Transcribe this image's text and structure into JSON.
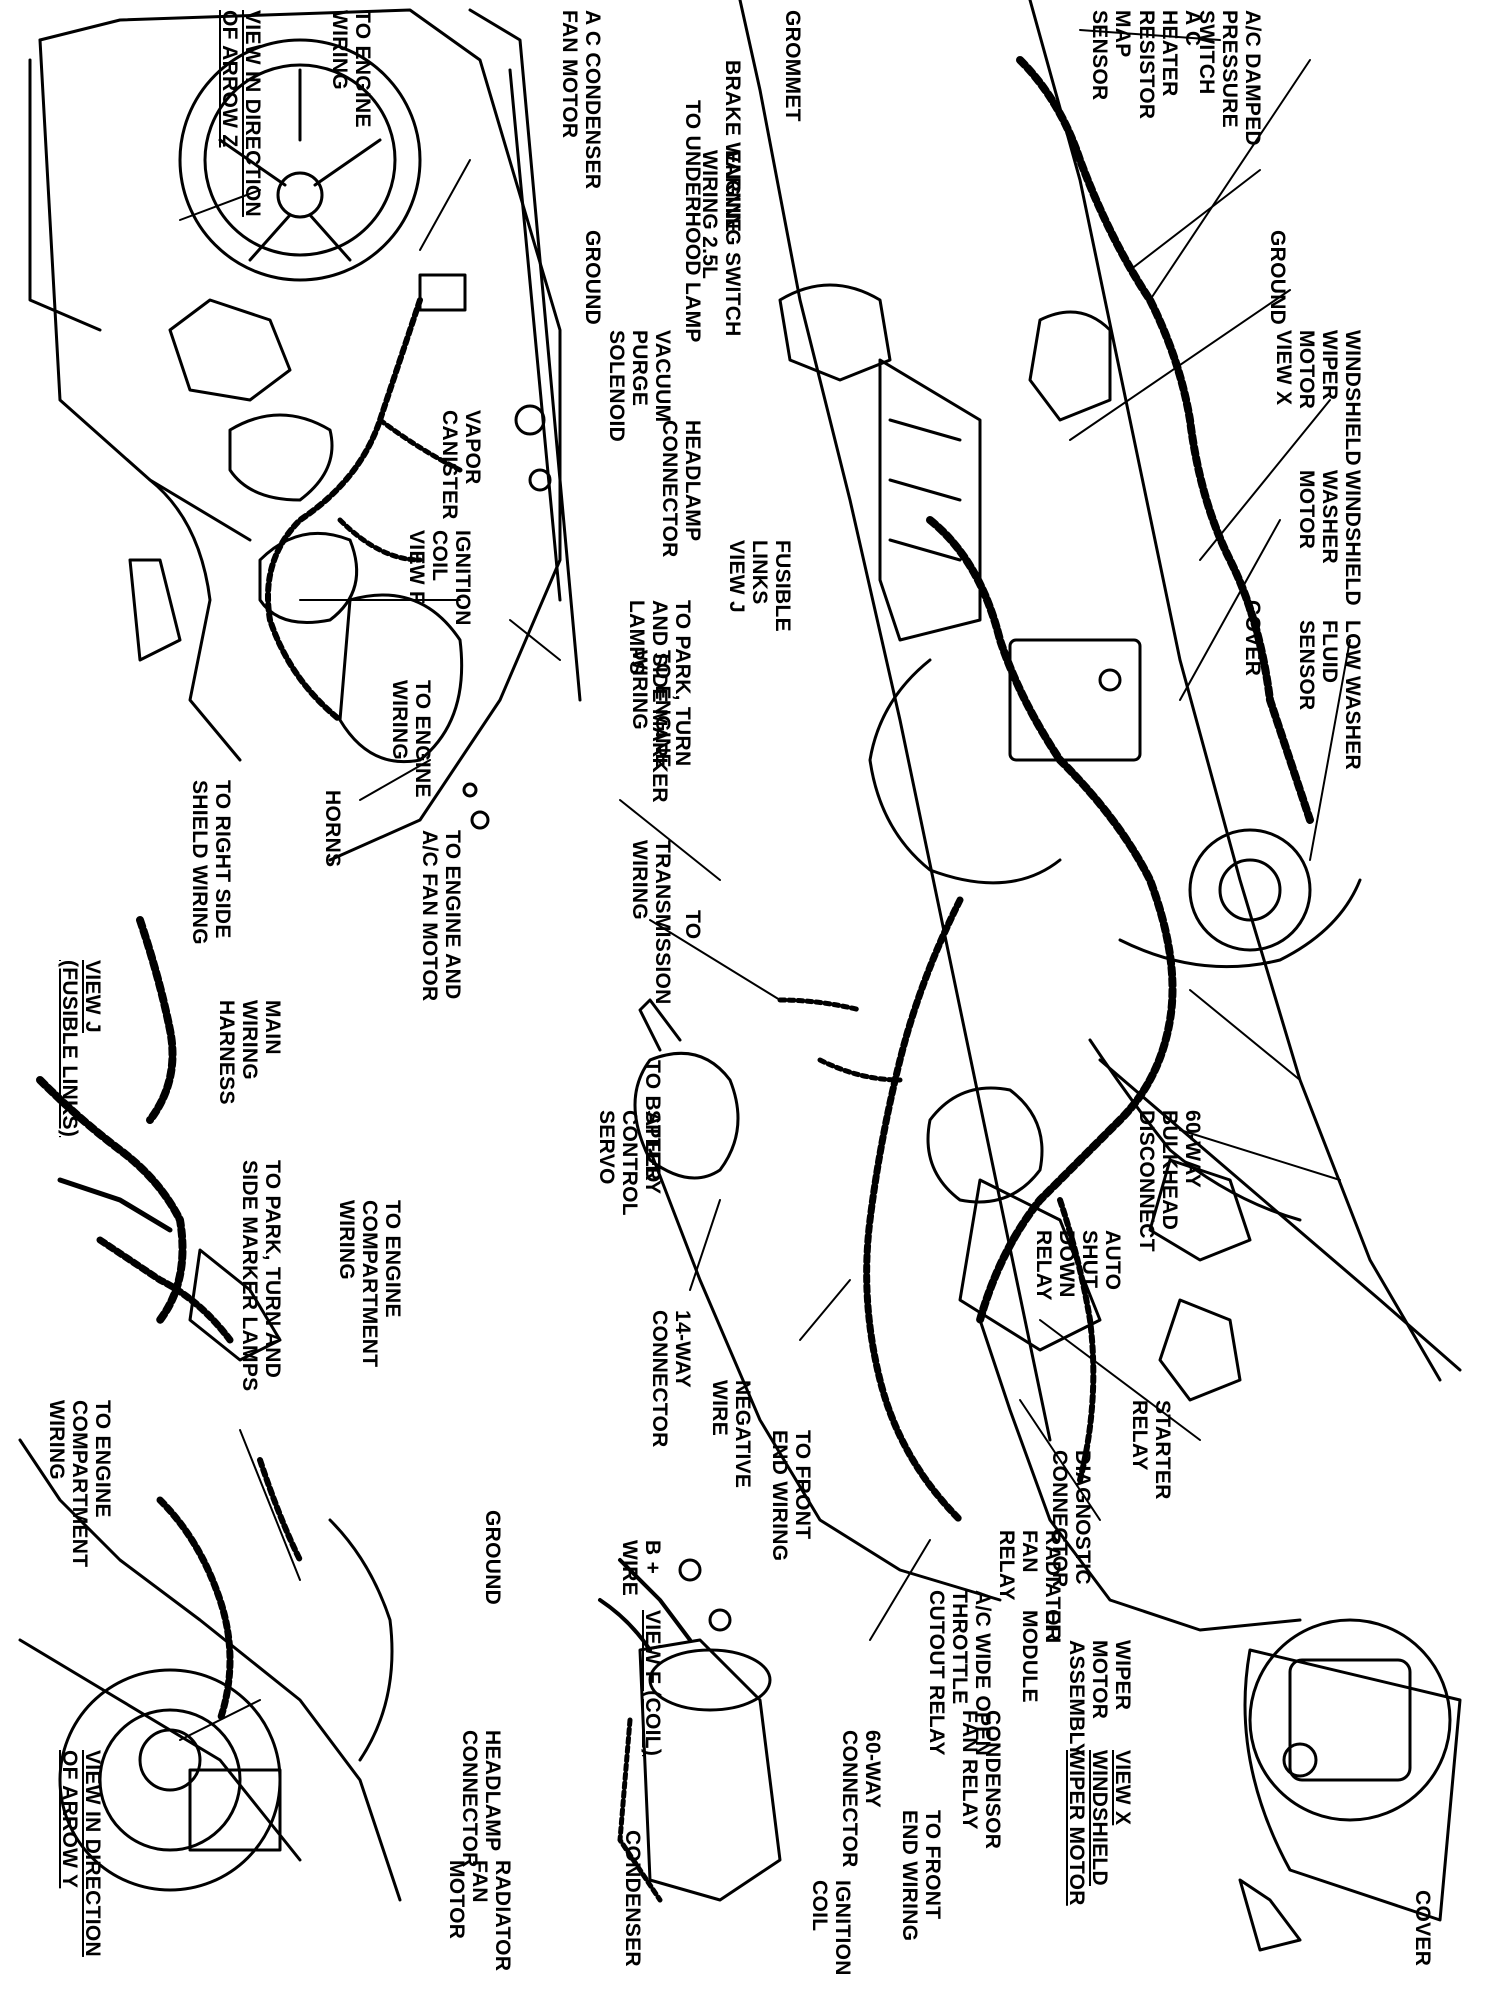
{
  "labels": {
    "ac_heater_resistor": "A C\nHEATER\nRESISTOR",
    "map_sensor": "MAP\nSENSOR",
    "ac_damped_pressure_switch": "A/C DAMPED\nPRESSURE\nSWITCH",
    "ground_top": "GROUND",
    "windshield_wiper_motor_view_x": "WINDSHIELD\nWIPER\nMOTOR\nVIEW X",
    "windshield_washer_motor": "WINDSHIELD\nWASHER\nMOTOR",
    "cover_top": "COVER",
    "low_washer_fluid_sensor": "LOW WASHER\nFLUID\nSENSOR",
    "bulkhead_disconnect": "60-WAY\nBULKHEAD\nDISCONNECT",
    "auto_shut_down_relay": "AUTO\nSHUT\nDOWN\nRELAY",
    "starter_relay": "STARTER\nRELAY",
    "diagnostic_connector": "DIAGNOSTIC\nCONNECTOR",
    "radiator_fan_relay": "RADIATOR\nFAN\nRELAY",
    "ac_wide_open_throttle_cutout_relay": "A/C WIDE OPEN\nTHROTTLE\nCUTOUT RELAY",
    "efi_module": "EFI\nMODULE",
    "wiper_motor_assembly": "WIPER\nMOTOR\nASSEMBLY",
    "view_x_title": "VIEW X\nWINDSHIELD\nWIPER MOTOR",
    "cover_right": "COVER",
    "condensor_fan_relay": "CONDENSOR\nFAN RELAY",
    "to_front_end_wiring_1": "TO FRONT\nEND WIRING",
    "connector_60_way": "60-WAY\nCONNECTOR",
    "to_front_end_wiring_2": "TO FRONT\nEND WIRING",
    "ignition_coil": "IGNITION\nCOIL",
    "negative_wire": "NEGATIVE\nWIRE",
    "b_plus_wire": "B +\nWIRE",
    "view_f_coil": "VIEW F (COIL)",
    "condenser": "CONDENSER",
    "connector_14_way": "14-WAY\nCONNECTOR",
    "speed_control_servo": "SPEED\nCONTROL\nSERVO",
    "to_battery": "TO BATTERY",
    "to_left": "TO",
    "transmission_wiring": "TRANSMISSION\nWIRING",
    "to_engine_wiring_mid": "TO ENGINE\nWIRING",
    "fusible_links_view_j": "FUSIBLE\nLINKS\nVIEW J",
    "to_park_turn_side_marker": "TO PARK, TURN\nAND SIDE MARKER\nLAMPS",
    "brake_warning_switch": "BRAKE WARNING SWITCH",
    "to_underhood_lamp": "TO UNDERHOOD LAMP",
    "engine_2_5l": "ENGINE\nWIRING 2.5L",
    "to_engine": "TO ENGINE",
    "grommet": "GROMMET",
    "ac_condenser_fan_motor": "A C CONDENSER\nFAN MOTOR",
    "ground_z": "GROUND",
    "vacuum_purge_solenoid": "VACUUM\nPURGE\nSOLENOID",
    "headlamp_connector_z": "HEADLAMP\nCONNECTOR",
    "vapor_canister": "VAPOR\nCANISTER",
    "ignition_coil_view_f": "IGNITION\nCOIL\nVIEW F",
    "to_engine_and_ac_fan_motor": "TO ENGINE AND\nA/C FAN MOTOR",
    "to_engine_wiring_z": "TO ENGINE\nWIRING",
    "to_engine_wiring_z2": "TO ENGINE\nWIRING",
    "horns": "HORNS",
    "to_right_side_shield_wiring": "TO RIGHT SIDE\nSHIELD WIRING",
    "view_z_title": "VIEW IN DIRECTION\nOF ARROW Z",
    "main_wiring_harness": "MAIN\nWIRING\nHARNESS",
    "view_j_title": "VIEW J\n(FUSIBLE LINKS)",
    "to_engine_compartment_wiring_1": "TO ENGINE\nCOMPARTMENT\nWIRING",
    "to_park_turn_side_marker_lamps": "TO PARK, TURN AND\nSIDE MARKER LAMPS",
    "to_engine_compartment_wiring_2": "TO ENGINE\nCOMPARTMENT\nWIRING",
    "ground_y": "GROUND",
    "headlamp_connector_y": "HEADLAMP\nCONNECTOR",
    "radiator_fan_motor": "RADIATOR\nFAN\nMOTOR",
    "view_y_title": "VIEW IN DIRECTION\nOF ARROW Y"
  },
  "colors": {
    "ink": "#000000",
    "paper": "#ffffff"
  }
}
